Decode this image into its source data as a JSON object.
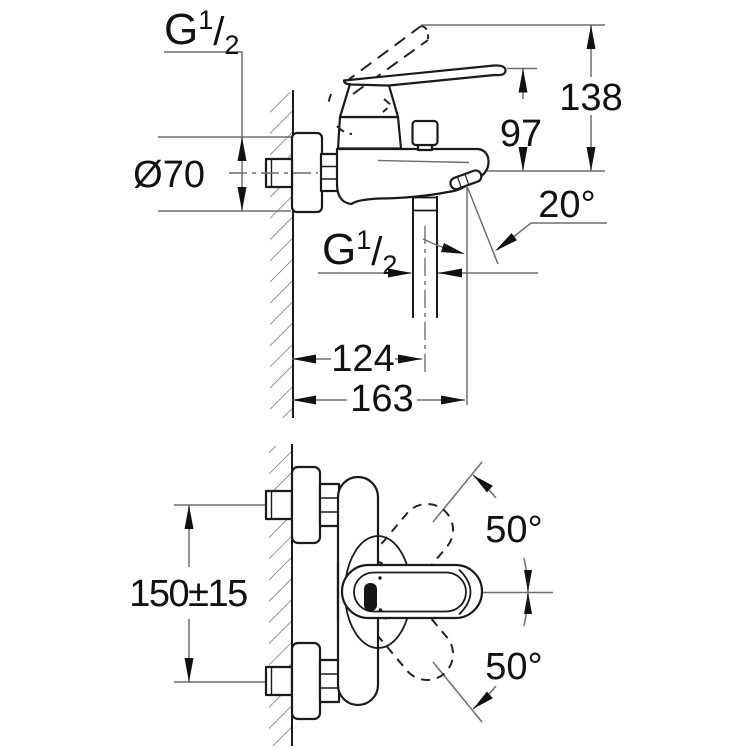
{
  "title": "Wall-mounted single-lever bath mixer installation drawing",
  "style": {
    "line_color": "#1a1a1a",
    "dimension_color": "#6e6e6e",
    "background": "#ffffff"
  },
  "side_view": {
    "wall_thread_label": {
      "g": "G",
      "num": "1",
      "slash": "/",
      "den": "2"
    },
    "escutcheon_diameter": "Ø70",
    "lever_to_outlet_height": "97",
    "raised_lever_height": "138",
    "spout_angle": "20°",
    "shower_outlet_thread": {
      "g": "G",
      "num": "1",
      "slash": "/",
      "den": "2"
    },
    "outlet_center_reach": "124",
    "spout_tip_reach": "163"
  },
  "front_view": {
    "connection_spacing": "150±15",
    "lever_swing_upper": "50°",
    "lever_swing_lower": "50°"
  }
}
